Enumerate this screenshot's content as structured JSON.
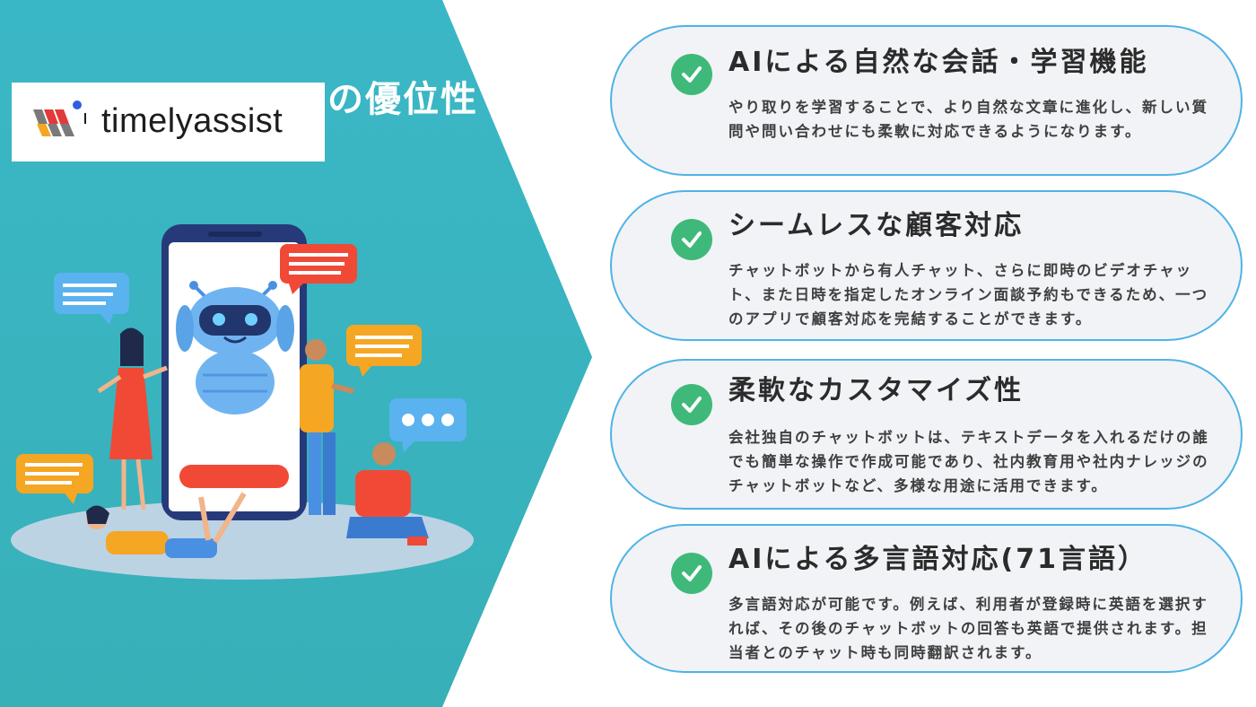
{
  "header": {
    "heading_partial": "の優位性",
    "logo_text": "timelyassist"
  },
  "colors": {
    "panel_teal": "#3bb8c3",
    "card_border": "#4fb3e6",
    "check_green": "#3fb97a"
  },
  "features": [
    {
      "title": "AIによる自然な会話・学習機能",
      "body": "やり取りを学習することで、より自然な文章に進化し、新しい質問や問い合わせにも柔軟に対応できるようになります。",
      "icon": "checkmark-icon"
    },
    {
      "title": "シームレスな顧客対応",
      "body": "チャットボットから有人チャット、さらに即時のビデオチャット、また日時を指定したオンライン面談予約もできるため、一つのアプリで顧客対応を完結することができます。",
      "icon": "checkmark-icon"
    },
    {
      "title": "柔軟なカスタマイズ性",
      "body": "会社独自のチャットボットは、テキストデータを入れるだけの誰でも簡単な操作で作成可能であり、社内教育用や社内ナレッジのチャットボットなど、多様な用途に活用できます。",
      "icon": "checkmark-icon"
    },
    {
      "title": "AIによる多言語対応(71言語）",
      "body": "多言語対応が可能です。例えば、利用者が登録時に英語を選択すれば、その後のチャットボットの回答も英語で提供されます。担当者とのチャット時も同時翻訳されます。",
      "icon": "checkmark-icon"
    }
  ]
}
